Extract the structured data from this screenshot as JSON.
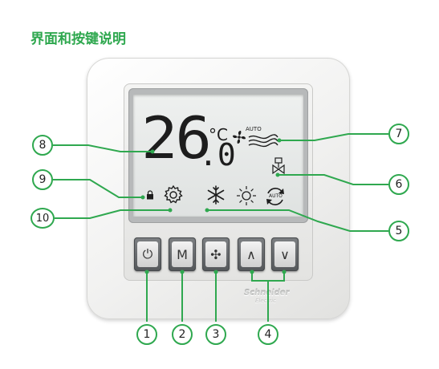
{
  "page": {
    "title": "界面和按键说明"
  },
  "display": {
    "temperature_integer": "26",
    "temperature_decimal": ".0",
    "unit": "°C",
    "fan_mode_label": "AUTO",
    "cycle_mode_label": "AUTO"
  },
  "buttons": [
    {
      "name": "power",
      "symbol": "⏻"
    },
    {
      "name": "mode",
      "symbol": "M"
    },
    {
      "name": "fan",
      "symbol": "✣"
    },
    {
      "name": "up",
      "symbol": "∧"
    },
    {
      "name": "down",
      "symbol": "∨"
    }
  ],
  "brand": {
    "name": "Schneider",
    "sub": "Electric"
  },
  "callouts": [
    "1",
    "2",
    "3",
    "4",
    "5",
    "6",
    "7",
    "8",
    "9",
    "10"
  ],
  "colors": {
    "accent": "#2fa84f",
    "lcd": "#e6e8e7",
    "button": "#6b6e71"
  }
}
